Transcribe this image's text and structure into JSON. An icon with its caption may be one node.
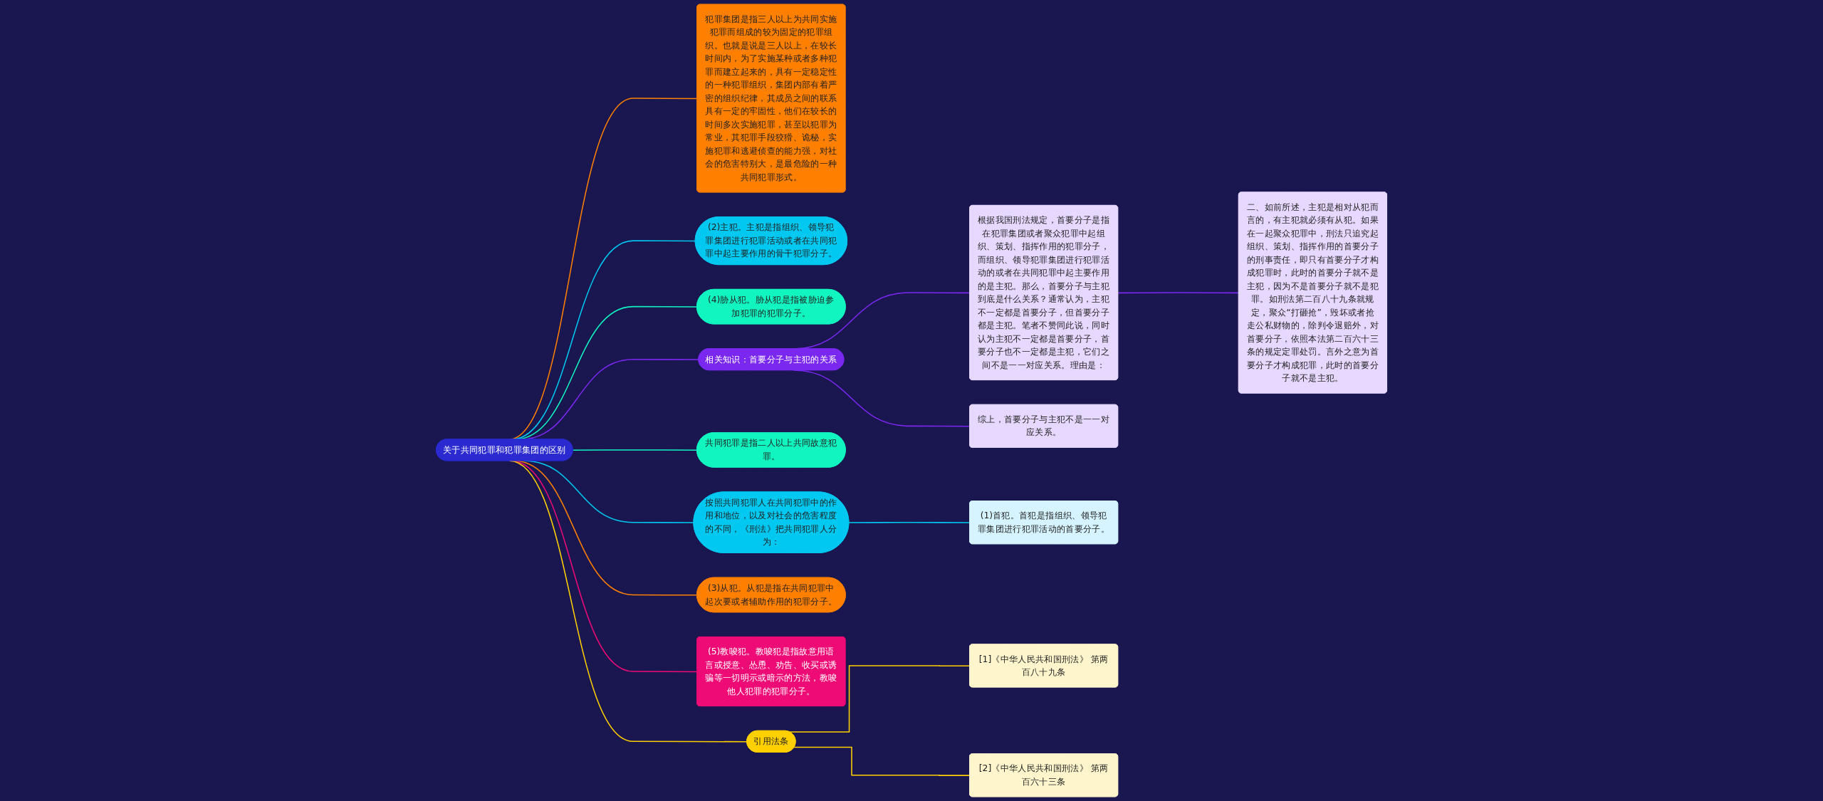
{
  "diagram": {
    "nodes": [
      {
        "text": [
          "关于共同犯罪和犯罪集团的区别"
        ]
      },
      {
        "text": [
          "犯罪集团是指三人以上为共同实施犯罪而组成的较为固定的犯罪组织。也就是说是三人以上，在较长时间内，为了实施某种或者多种犯罪而建立起来的，具有一定稳定性的一种犯罪组织，集团内部有着严密的组织纪律，其成员之间的联系具有一定的牢固性，他们在较长的时间多次实施犯罪，甚至以犯罪为常业，其犯罪手段狡猾、诡秘，实施犯罪和逃避侦查的能力强，对社会的危害特别大，是最危险的一种共同犯罪形式。"
        ]
      },
      {
        "text": [
          "(2)主犯。主犯是指组织、领导犯罪集团进行犯罪活动或者在共同犯罪中起主要作用的骨干犯罪分子。"
        ]
      },
      {
        "text": [
          "(4)胁从犯。胁从犯是指被胁迫参加犯罪的犯罪分子。"
        ]
      },
      {
        "text": [
          "相关知识：首要分子与主犯的关系"
        ]
      },
      {
        "text": [
          "根据我国刑法规定，首要分子是指在犯罪集团或者聚众犯罪中起组织、策划、指挥作用的犯罪分子，而组织、领导犯罪集团进行犯罪活动的或者在共同犯罪中起主要作用的是主犯。那么，首要分子与主犯到底是什么关系？通常认为，主犯不一定都是首要分子，但首要分子都是主犯。笔者不赞同此说，同时认为主犯不一定都是首要分子，首要分子也不一定都是主犯，它们之间不是一一对应关系。理由是："
        ]
      },
      {
        "text": [
          "二、如前所述，主犯是相对从犯而言的，有主犯就必须有从犯。如果在一起聚众犯罪中，刑法只追究起组织、策划、指挥作用的首要分子的刑事责任，即只有首要分子才构成犯罪时，此时的首要分子就不是主犯，因为不是首要分子就不是犯罪。如刑法第二百八十九条就规定，聚众“打砸抢”，毁坏或者抢走公私财物的，除判令退赔外，对首要分子，依照本法第二百六十三条的规定定罪处罚。言外之意为首要分子才构成犯罪，此时的首要分子就不是主犯。"
        ]
      },
      {
        "text": [
          "综上，首要分子与主犯不是一一对应关系。"
        ]
      },
      {
        "text": [
          "共同犯罪是指二人以上共同故意犯罪。"
        ]
      },
      {
        "text": [
          "按照共同犯罪人在共同犯罪中的作用和地位，以及对社会的危害程度的不同，《刑法》把共同犯罪人分为："
        ]
      },
      {
        "text": [
          "(1)首犯。首犯是指组织、领导犯罪集团进行犯罪活动的首要分子。"
        ]
      },
      {
        "text": [
          "(3)从犯。从犯是指在共同犯罪中起次要或者辅助作用的犯罪分子。"
        ]
      },
      {
        "text": [
          "(5)教唆犯。教唆犯是指故意用语言或授意、怂恿、劝告、收买或诱骗等一切明示或暗示的方法，教唆他人犯罪的犯罪分子。"
        ]
      },
      {
        "text": [
          "引用法条"
        ]
      },
      {
        "text": [
          "[1]《中华人民共和国刑法》 第两百八十九条"
        ]
      },
      {
        "text": [
          "[2]《中华人民共和国刑法》 第两百六十三条"
        ]
      }
    ],
    "edges": [
      {
        "from": 0,
        "to": 1,
        "arrow": "none",
        "color": "#ff8000"
      },
      {
        "from": 0,
        "to": 2,
        "arrow": "none",
        "color": "#00c8f0"
      },
      {
        "from": 0,
        "to": 3,
        "arrow": "none",
        "color": "#11f5c0"
      },
      {
        "from": 0,
        "to": 4,
        "arrow": "none",
        "color": "#7a28f0"
      },
      {
        "from": 4,
        "to": 5,
        "arrow": "none",
        "color": "#7a28f0"
      },
      {
        "from": 5,
        "to": 6,
        "arrow": "none",
        "color": "#7a28f0"
      },
      {
        "from": 4,
        "to": 7,
        "arrow": "none",
        "color": "#7a28f0"
      },
      {
        "from": 0,
        "to": 8,
        "arrow": "none",
        "color": "#11f5c0"
      },
      {
        "from": 0,
        "to": 9,
        "arrow": "none",
        "color": "#00c8f0"
      },
      {
        "from": 9,
        "to": 10,
        "arrow": "none",
        "color": "#00c8f0"
      },
      {
        "from": 0,
        "to": 11,
        "arrow": "none",
        "color": "#ff8000"
      },
      {
        "from": 0,
        "to": 12,
        "arrow": "none",
        "color": "#ee0b75"
      },
      {
        "from": 0,
        "to": 13,
        "arrow": "none",
        "color": "#ffd000"
      },
      {
        "from": 13,
        "to": 14,
        "arrow": "none",
        "color": "#ffd000"
      },
      {
        "from": 13,
        "to": 15,
        "arrow": "none",
        "color": "#ffd000"
      }
    ]
  }
}
